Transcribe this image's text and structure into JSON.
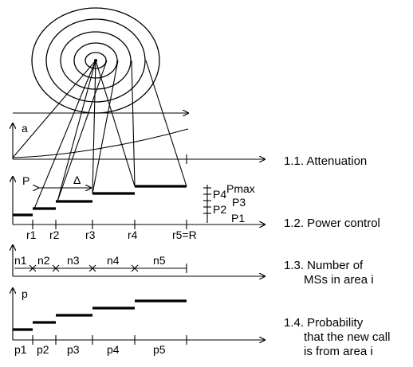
{
  "panels": [
    {
      "caption_lines": [
        "1.1.  Attenuation"
      ],
      "axis_label": "a"
    },
    {
      "caption_lines": [
        "1.2. Power control"
      ],
      "axis_label": "P"
    },
    {
      "caption_lines": [
        "1.3. Number of",
        "MSs in area i"
      ],
      "axis_label": ""
    },
    {
      "caption_lines": [
        "1.4. Probability",
        "that the new call",
        "is from area i"
      ],
      "axis_label": "p"
    }
  ],
  "radii": [
    "r1",
    "r2",
    "r3",
    "r4",
    "r5=R"
  ],
  "delta_label": "Δ",
  "power_levels": [
    "Pmax",
    "P4",
    "P3",
    "P2",
    "P1"
  ],
  "ms_counts": [
    "n1",
    "n2",
    "n3",
    "n4",
    "n5"
  ],
  "probabilities": [
    "p1",
    "p2",
    "p3",
    "p4",
    "p5"
  ]
}
